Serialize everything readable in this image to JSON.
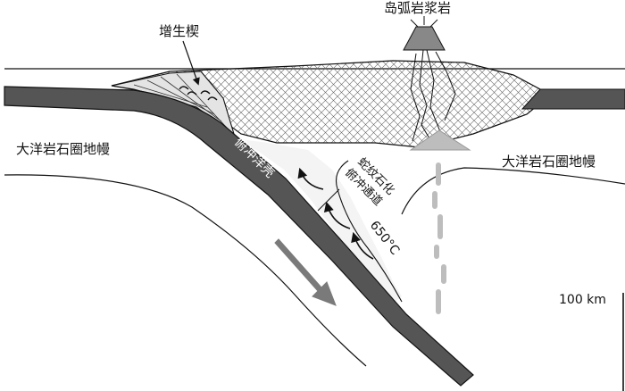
{
  "labels": {
    "accretionary_wedge": "增生楔",
    "arc_magma": "岛弧岩浆岩",
    "mantle_left": "大洋岩石圈地幔",
    "mantle_right": "大洋岩石圈地幔",
    "subducting_crust": "俯冲洋壳",
    "serpentinized_channel_line1": "蛇纹石化",
    "serpentinized_channel_line2": "俯冲通道",
    "temperature": "650°C",
    "scale": "100 km"
  },
  "colors": {
    "slab": "#555555",
    "crust_fill": "#ececec",
    "wedge_fill": "#e2e2e2",
    "channel_fill": "#f4f4f4",
    "magma_blob": "#bdbdbd",
    "arrow": "#7a7a7a",
    "line": "#111111"
  }
}
